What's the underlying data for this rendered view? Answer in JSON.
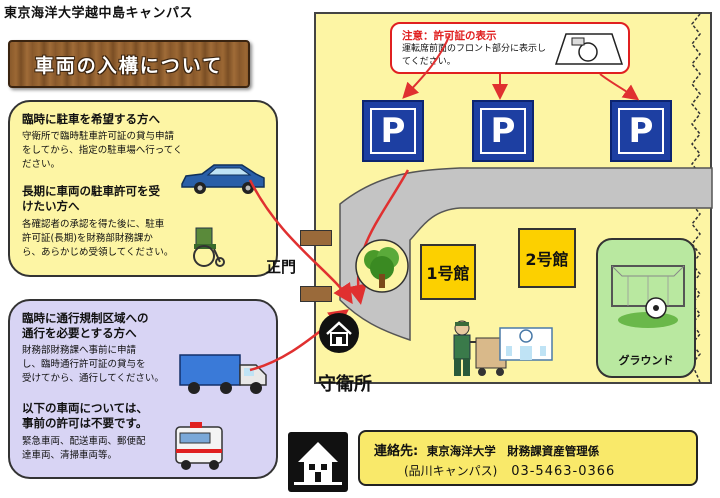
{
  "campus_title": "東京海洋大学越中島キャンパス",
  "banner_title": "車両の入構について",
  "panels": {
    "temporary_parking": {
      "title": "臨時に駐車を希望する方へ",
      "body": [
        "守衛所で臨時駐車許可証の貸与申請",
        "をしてから、指定の駐車場へ行ってく",
        "ださい。"
      ]
    },
    "long_term_parking": {
      "title": [
        "長期に車両の駐車許可を受",
        "けたい方へ"
      ],
      "body": [
        "各確認者の承認を得た後に、駐車",
        "許可証(長期)を財務部財務課か",
        "ら、あらかじめ受領してください。"
      ]
    },
    "restricted_area": {
      "title": [
        "臨時に通行規制区域への",
        "通行を必要とする方へ"
      ],
      "body": [
        "財務部財務課へ事前に申請",
        "し、臨時通行許可証の貸与を",
        "受けてから、通行してください。"
      ]
    },
    "no_permit": {
      "title": [
        "以下の車両については、",
        "事前の許可は不要です。"
      ],
      "body": [
        "緊急車両、配送車両、郵便配",
        "達車両、清掃車両等。"
      ]
    }
  },
  "notice": {
    "title": "注意：許可証の表示",
    "body": "運転席前面のフロント部分に表示してください。"
  },
  "map": {
    "parking_sign_letter": "P",
    "buildings": {
      "building1": "1号館",
      "building2": "2号館"
    },
    "ground_label": "グラウンド",
    "main_gate_label": "正門",
    "guard_office_label": "守衛所"
  },
  "contact": {
    "label": "連絡先:",
    "organization": "東京海洋大学　財務課資産管理係",
    "campus": "(品川キャンパス)",
    "phone": "03-5463-0366"
  },
  "colors": {
    "yellow_panel": "#fdf5a4",
    "purple_panel": "#d8d4f4",
    "parking_blue": "#1d3fa2",
    "building_yellow": "#fcd000",
    "notice_red": "#e02020",
    "route_red": "#e03030"
  },
  "icons": [
    "car-icon",
    "wheelchair-icon",
    "truck-icon",
    "ambulance-icon",
    "house-icon",
    "tree-icon",
    "soccer-goal-icon",
    "worker-with-cart-icon",
    "building-icon",
    "windshield-permit-icon"
  ]
}
